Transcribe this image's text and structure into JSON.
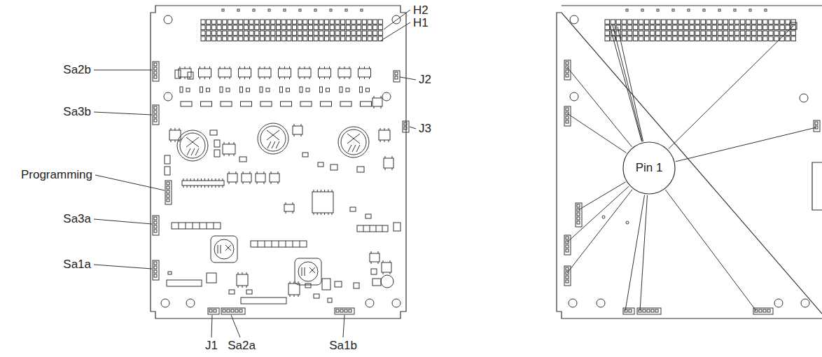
{
  "diagram": {
    "nodes": [
      {
        "text": [
          "Pin 1"
        ]
      }
    ],
    "labels": [
      "H2",
      "H1",
      "Sa2b",
      "J2",
      "Sa3b",
      "J3",
      "Programming",
      "Sa3a",
      "Sa1a",
      "J1",
      "Sa2a",
      "Sa1b"
    ]
  }
}
